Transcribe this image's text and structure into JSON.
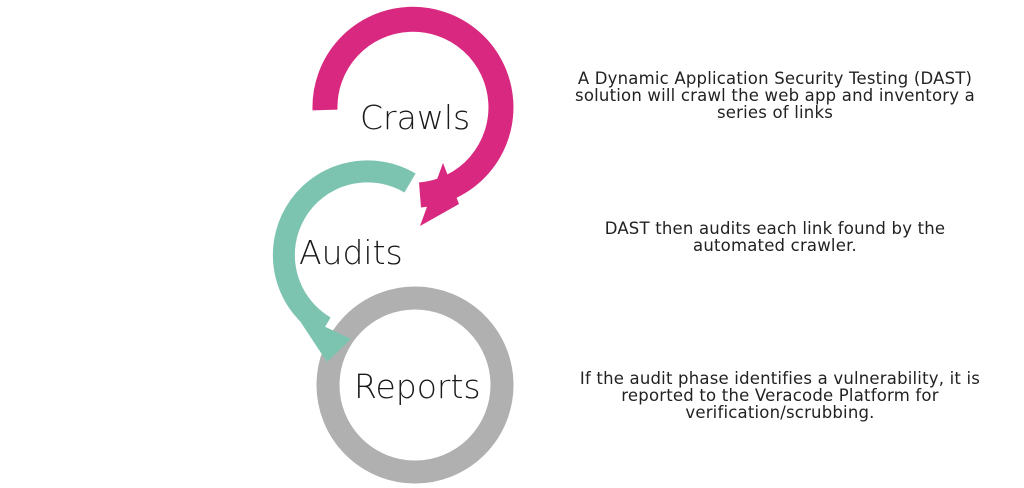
{
  "steps": [
    {
      "label": "Crawls",
      "description": "A Dynamic Application Security Testing (DAST)\nsolution will crawl the web app and inventory a\nseries of links",
      "color": "#D9287F"
    },
    {
      "label": "Audits",
      "description": "DAST then audits each link found by the\nautomated crawler.",
      "color": "#7DC4B0"
    },
    {
      "label": "Reports",
      "description": "If the audit phase identifies a vulnerability, it is\nreported to the Veracode Platform for\nverification/scrubbing.",
      "color": "#B0B0B0"
    }
  ]
}
